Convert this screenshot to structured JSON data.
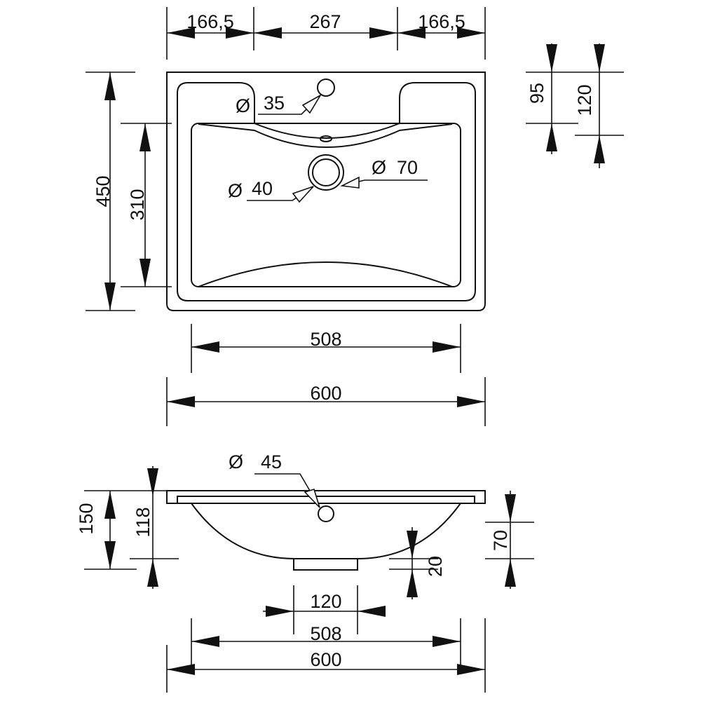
{
  "top_view": {
    "width_left": "166,5",
    "width_center": "267",
    "width_right": "166,5",
    "depth_total": "450",
    "bowl_depth": "310",
    "rim_depth_95": "95",
    "rim_depth_120": "120",
    "bowl_width": "508",
    "total_width": "600",
    "tap_hole_diameter": "35",
    "drain_diameter": "40",
    "drain_outer_diameter": "70",
    "diameter_symbol": "Ø"
  },
  "side_view": {
    "overflow_diameter": "45",
    "total_height": "150",
    "bowl_height": "118",
    "side_height": "70",
    "drain_height": "20",
    "drain_width": "120",
    "bowl_width": "508",
    "total_width": "600"
  }
}
